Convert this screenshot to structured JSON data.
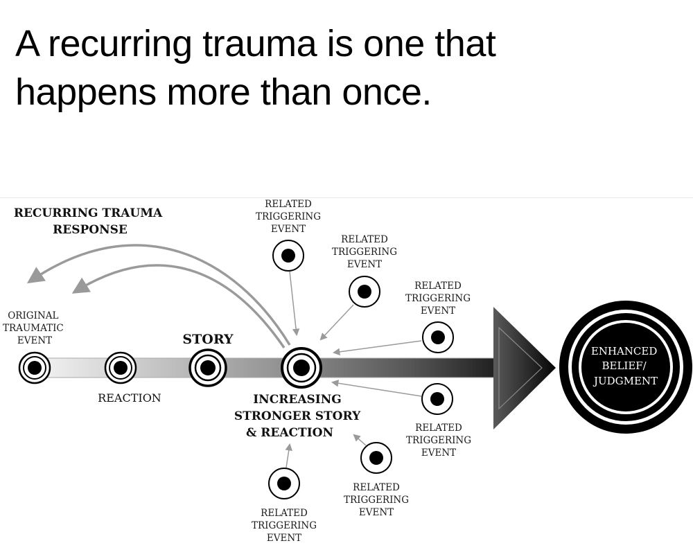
{
  "headline": {
    "line1": "A recurring trauma is one that",
    "line2": "happens more than once."
  },
  "diagram": {
    "response_label": [
      "RECURRING TRAUMA",
      "RESPONSE"
    ],
    "timeline_nodes": [
      {
        "name": "original-traumatic-event",
        "label": [
          "ORIGINAL",
          "TRAUMATIC",
          "EVENT"
        ]
      },
      {
        "name": "reaction",
        "label": [
          "REACTION"
        ]
      },
      {
        "name": "story",
        "label": [
          "STORY"
        ]
      },
      {
        "name": "increasing-stronger-story",
        "label": [
          "INCREASING",
          "STRONGER STORY",
          "& REACTION"
        ]
      }
    ],
    "triggering_label": [
      "RELATED",
      "TRIGGERING",
      "EVENT"
    ],
    "triggering_event_count": 6,
    "outcome_label": [
      "ENHANCED",
      "BELIEF/",
      "JUDGMENT"
    ],
    "colors": {
      "arrow_light": "#f2f2f2",
      "arrow_mid": "#8a8a8a",
      "arrow_dark": "#111111",
      "connector": "#9a9a9a",
      "node_fill": "#000000"
    }
  }
}
